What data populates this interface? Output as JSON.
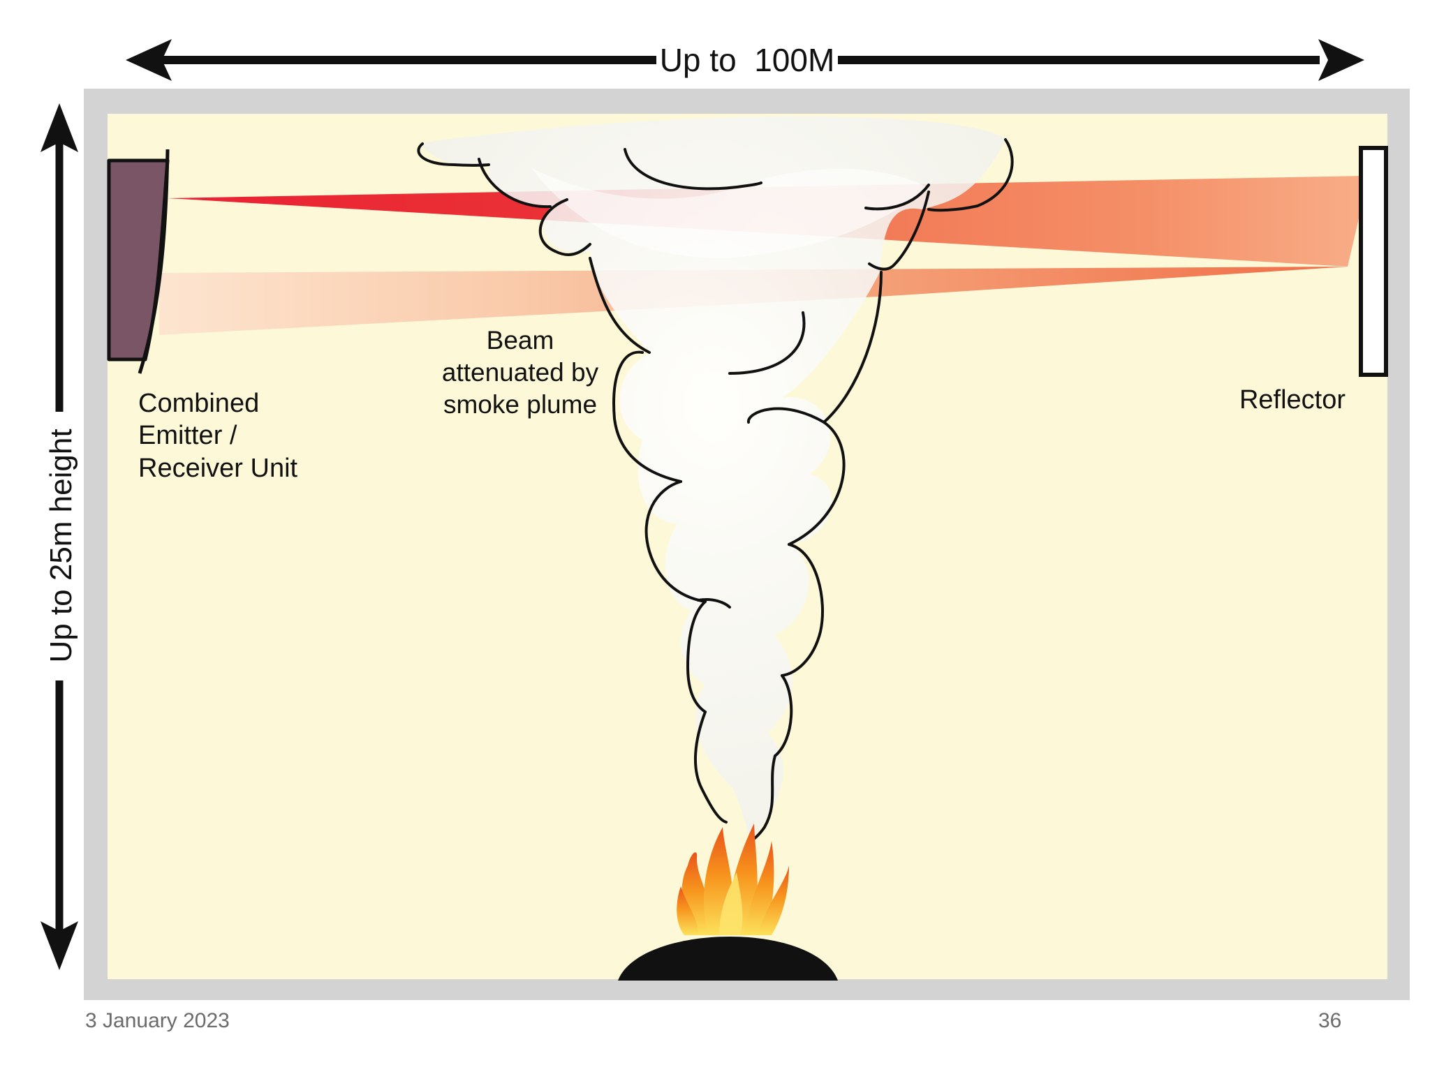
{
  "dimensions": {
    "width_label": "Up to  100M",
    "height_label": "Up to 25m height"
  },
  "labels": {
    "emitter_line1": "Combined",
    "emitter_line2": "Emitter /",
    "emitter_line3": "Receiver Unit",
    "beam_line1": "Beam",
    "beam_line2": "attenuated by",
    "beam_line3": "smoke plume",
    "reflector": "Reflector"
  },
  "footer": {
    "date": "3 January 2023",
    "page_number": "36"
  },
  "colors": {
    "room_fill": "#fdf9d8",
    "room_frame": "#d3d3d3",
    "emitter_unit": "#7a5566",
    "beam_red": "#e8162a",
    "beam_orange": "#f26a42",
    "beam_peach": "#f8b995",
    "smoke": "#f4f4f0",
    "flame_outer": "#f7941d",
    "flame_inner": "#fce15a",
    "fire_base": "#111111"
  }
}
